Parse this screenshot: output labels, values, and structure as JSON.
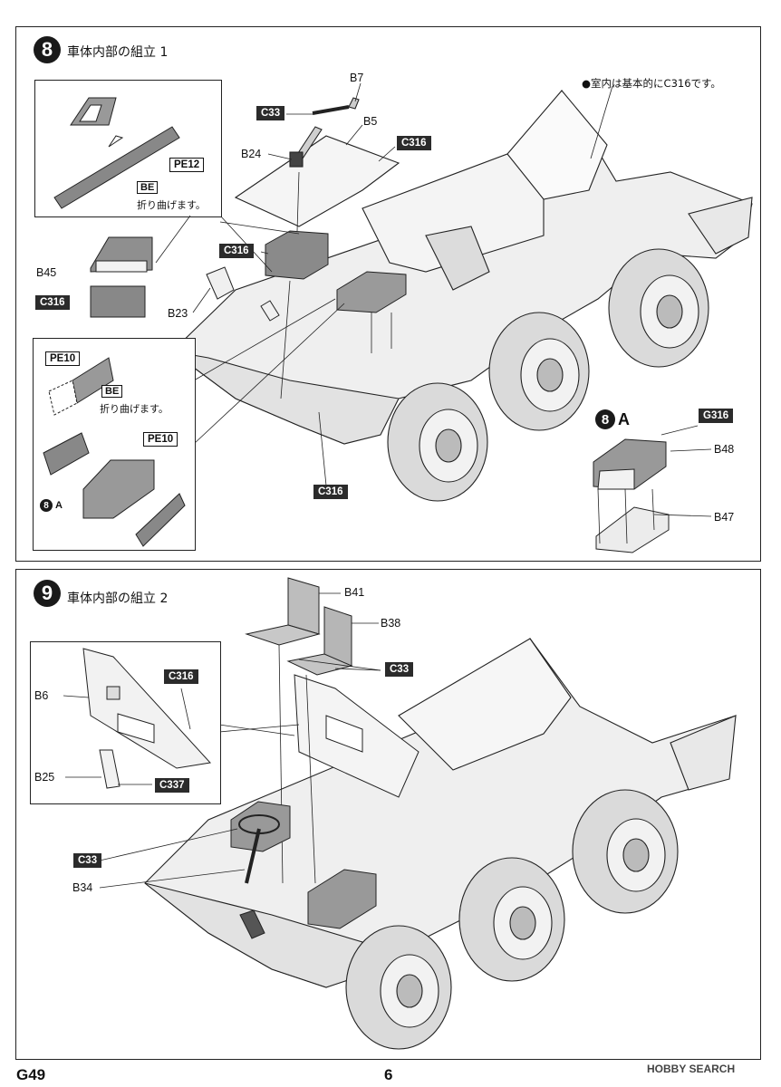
{
  "steps": [
    {
      "number": "8",
      "title": "車体内部の組立 1"
    },
    {
      "number": "9",
      "title": "車体内部の組立 2"
    }
  ],
  "step8": {
    "note": "●室内は基本的にC316です。",
    "labels": {
      "b7": "B7",
      "c33": "C33",
      "b5": "B5",
      "c316_top": "C316",
      "b24": "B24",
      "c316_mid": "C316",
      "b23": "B23",
      "c316_bottom": "C316"
    },
    "inset_a": {
      "pe12": "PE12",
      "be": "BE",
      "fold": "折り曲げます。",
      "b45": "B45",
      "c316": "C316"
    },
    "inset_b": {
      "pe10_a": "PE10",
      "be": "BE",
      "fold": "折り曲げます。",
      "pe10_b": "PE10",
      "ref_num": "8",
      "ref_letter": "A"
    },
    "sub_a": {
      "num": "8",
      "letter": "A",
      "g316": "G316",
      "b48": "B48",
      "b47": "B47"
    }
  },
  "step9": {
    "labels": {
      "b41": "B41",
      "b38": "B38",
      "c33_seat": "C33",
      "c33_wheel": "C33",
      "b34": "B34"
    },
    "inset": {
      "b6": "B6",
      "c316": "C316",
      "b25": "B25",
      "c337": "C337"
    }
  },
  "footer": {
    "code": "G49",
    "page": "6",
    "watermark": "HOBBY SEARCH"
  }
}
